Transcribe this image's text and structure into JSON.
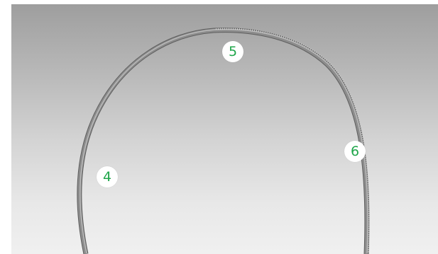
{
  "scene": {
    "subject": "metal-belt-loop"
  },
  "markers": [
    {
      "label": "5",
      "color": "#1fa64a"
    },
    {
      "label": "6",
      "color": "#1fa64a"
    },
    {
      "label": "4",
      "color": "#1fa64a"
    }
  ]
}
